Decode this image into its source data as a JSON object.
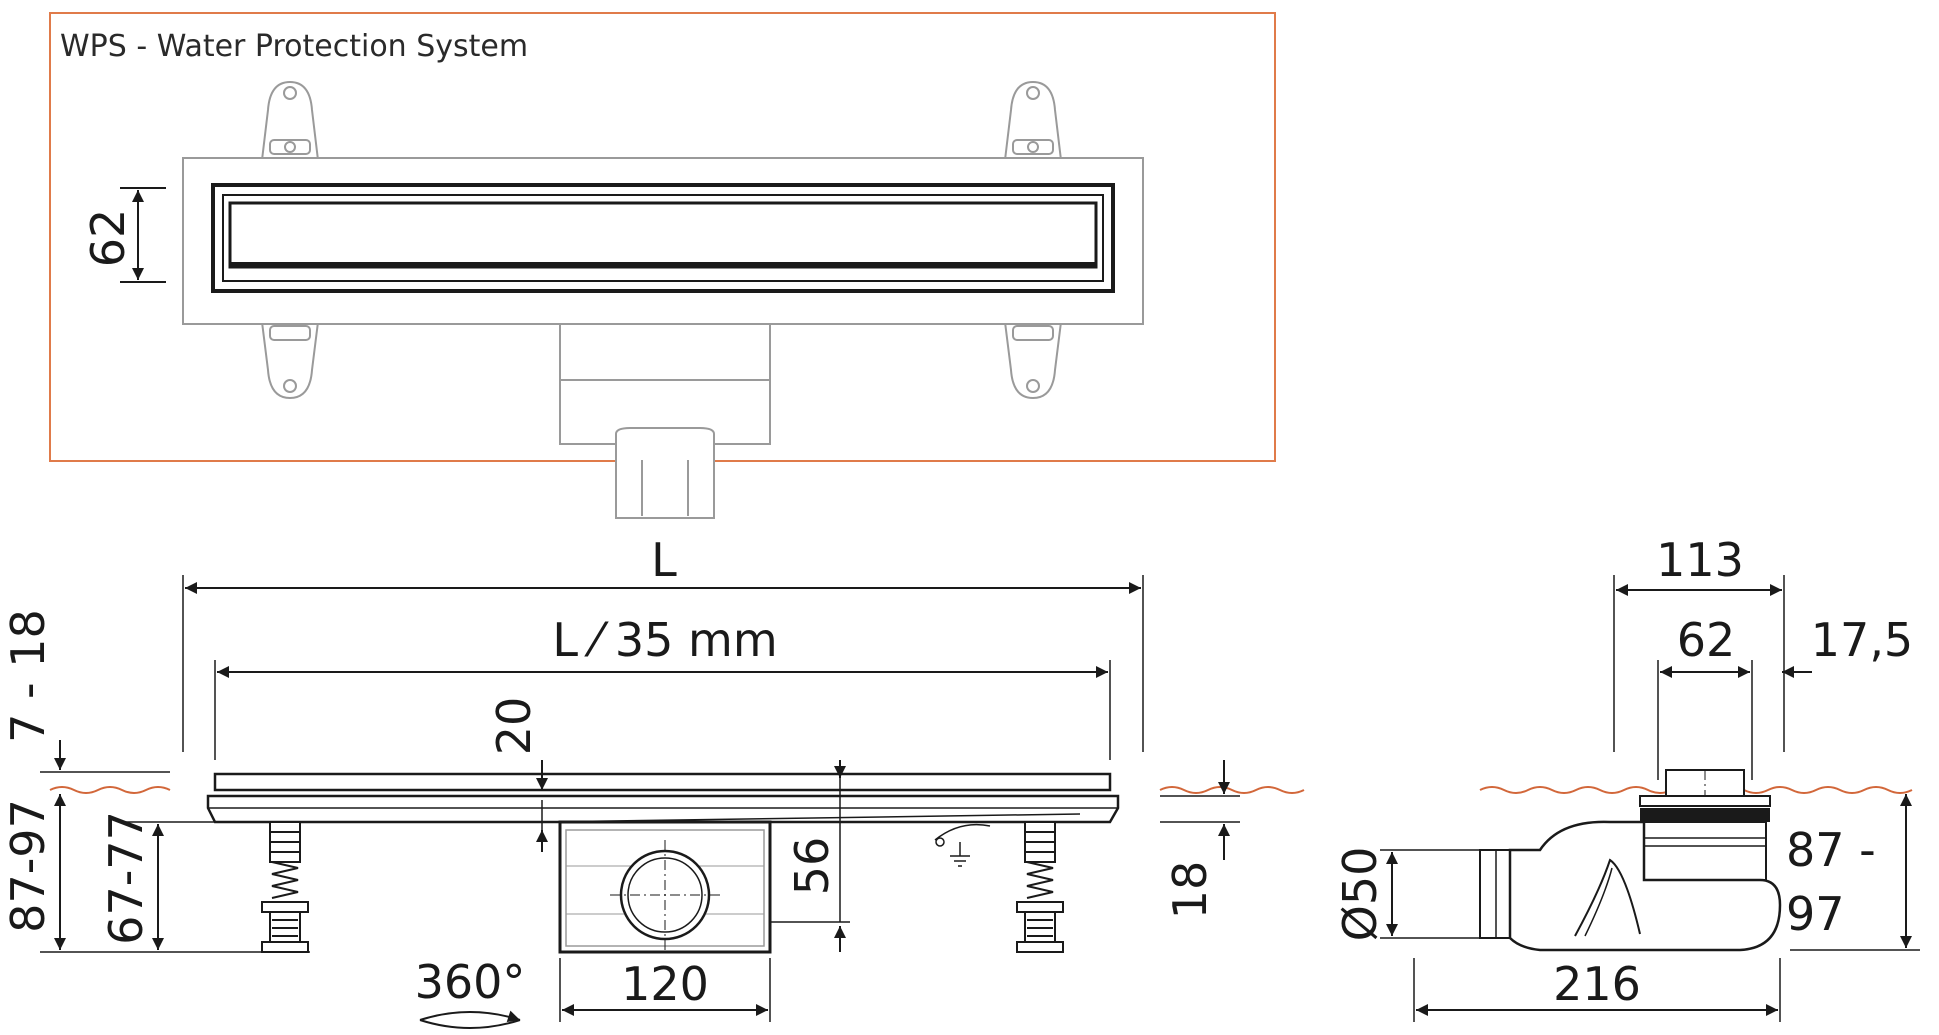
{
  "title": "WPS - Water Protection System",
  "colors": {
    "frame": "#e07b4a",
    "surface_line": "#d2673a",
    "ink": "#1a1a1a",
    "light_ink": "#9a9a9a"
  },
  "top_view": {
    "width_label": "62"
  },
  "front_view": {
    "length_label": "L",
    "inner_length_label": "L ⁄ 35 mm",
    "depth_20": "20",
    "range_7_18": "7 - 18",
    "height_87_97": "87-97",
    "height_67_77": "67-77",
    "outlet_56": "56",
    "outlet_120": "120",
    "rotation_label": "360°",
    "flange_18": "18"
  },
  "side_view": {
    "width_113": "113",
    "width_62": "62",
    "width_17_5": "17,5",
    "diameter_50": "Ø50",
    "height_87": "87 -",
    "height_97": "97",
    "length_216": "216"
  }
}
